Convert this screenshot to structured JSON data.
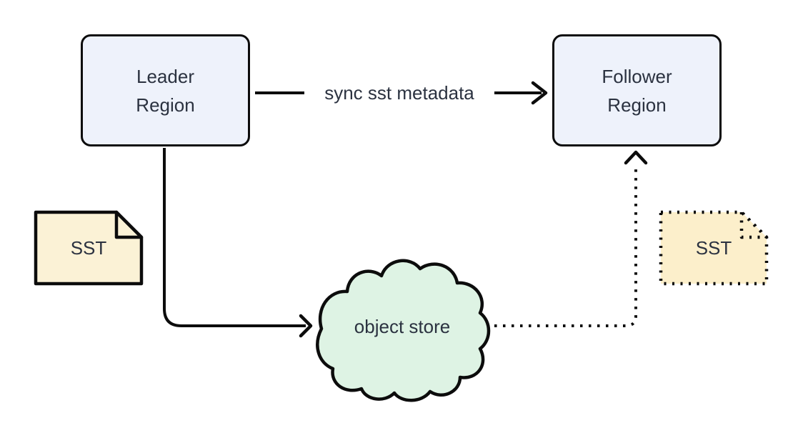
{
  "diagram": {
    "kind": "flow-diagram",
    "background": "#ffffff"
  },
  "nodes": {
    "leader": {
      "label": "Leader\nRegion",
      "shape": "rounded-rect"
    },
    "follower": {
      "label": "Follower\nRegion",
      "shape": "rounded-rect"
    },
    "object_store": {
      "label": "object store",
      "shape": "cloud"
    },
    "sst_left": {
      "label": "SST",
      "shape": "document",
      "border_style": "solid"
    },
    "sst_right": {
      "label": "SST",
      "shape": "document",
      "border_style": "dotted"
    }
  },
  "edges": {
    "sync": {
      "label": "sync sst metadata",
      "from": "leader",
      "to": "follower",
      "style": "solid-arrow"
    },
    "upload": {
      "label": "",
      "from": "leader",
      "to": "object_store",
      "style": "solid-arrow"
    },
    "download": {
      "label": "",
      "from": "object_store",
      "to": "follower",
      "style": "dotted-arrow"
    }
  },
  "colors": {
    "stroke": "#0c0c0c",
    "text": "#2b3240",
    "node_fill": "#eef2fb",
    "doc_fill": "#fbf2d6",
    "doc_fill_dotted": "#fcefcb",
    "cloud_fill": "#def3e4",
    "canvas_bg": "#ffffff"
  }
}
